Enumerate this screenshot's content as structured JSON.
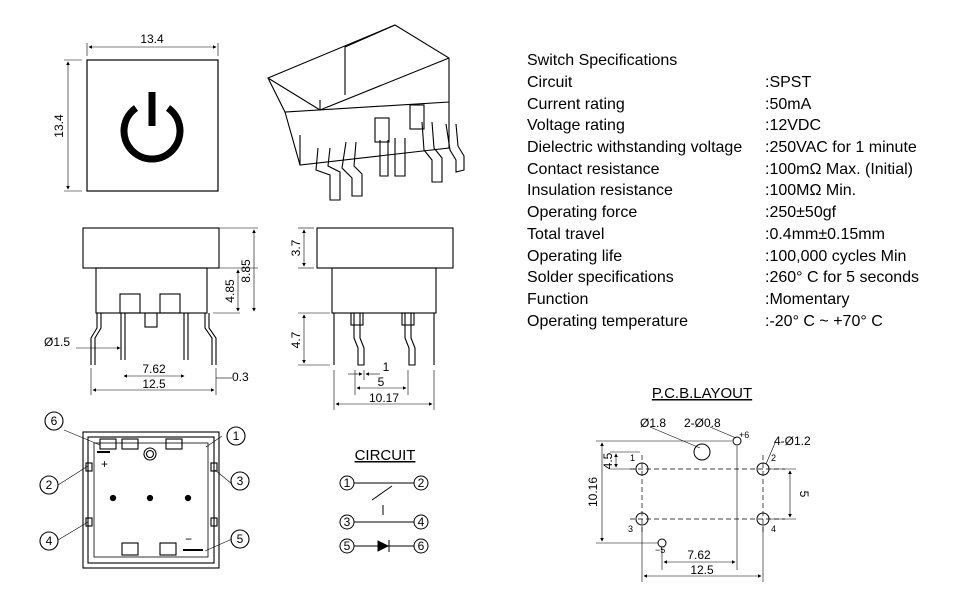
{
  "specs": {
    "title": "Switch Specifications",
    "rows": [
      {
        "name": "Circuit",
        "value": ":SPST"
      },
      {
        "name": "Current rating",
        "value": ":50mA"
      },
      {
        "name": "Voltage rating",
        "value": ":12VDC"
      },
      {
        "name": "Dielectric withstanding voltage",
        "value": ":250VAC for 1 minute"
      },
      {
        "name": "Contact resistance",
        "value": ":100mΩ  Max. (Initial)"
      },
      {
        "name": "Insulation resistance",
        "value": ":100MΩ  Min."
      },
      {
        "name": "Operating force",
        "value": ":250±50gf"
      },
      {
        "name": "Total travel",
        "value": ":0.4mm±0.15mm"
      },
      {
        "name": "Operating life",
        "value": ":100,000 cycles Min"
      },
      {
        "name": "Solder specifications",
        "value": ":260° C for 5 seconds"
      },
      {
        "name": "Function",
        "value": ":Momentary"
      },
      {
        "name": "Operating temperature",
        "value": ":-20° C ~ +70° C"
      }
    ]
  },
  "top_view": {
    "width": "13.4",
    "height": "13.4"
  },
  "front_view": {
    "pin_dia": "Ø1.5",
    "pitch": "7.62",
    "width": "12.5",
    "lead": "0.3",
    "h1": "4.85",
    "h2": "8.85"
  },
  "side_view": {
    "cap": "3.7",
    "lead": "4.7",
    "t1": "1",
    "pitch": "5",
    "width": "10.17"
  },
  "bottom_view": {
    "pins": [
      "1",
      "2",
      "3",
      "4",
      "5",
      "6"
    ],
    "plus": "+",
    "minus": "−"
  },
  "circuit": {
    "title": "CIRCUIT",
    "pins": [
      "1",
      "2",
      "3",
      "4",
      "5",
      "6"
    ]
  },
  "pcb": {
    "title": "P.C.B.LAYOUT",
    "d_large": "Ø1.8",
    "d_mid": "2-Ø0.8",
    "d_small": "4-Ø1.2",
    "plus": "+6",
    "minus": "−5",
    "pins": [
      "1",
      "2",
      "3",
      "4"
    ],
    "dims": {
      "h1": "4.5",
      "h2": "10.16",
      "v": "5",
      "pitch": "7.62",
      "width": "12.5"
    }
  }
}
